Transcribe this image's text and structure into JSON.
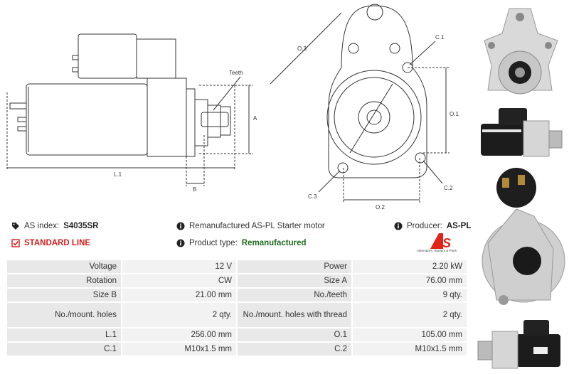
{
  "drawing": {
    "labels": {
      "teeth": "Teeth",
      "a": "A",
      "l1": "L.1",
      "b": "B",
      "o3": "O.3",
      "c1": "C.1",
      "o1": "O.1",
      "c3": "C.3",
      "c2": "C.2",
      "o2": "O.2"
    }
  },
  "info": {
    "as_index_label": "AS index:",
    "as_index_value": "S4035SR",
    "description": "Remanufactured AS-PL Starter motor",
    "producer_label": "Producer:",
    "producer_value": "AS-PL",
    "line_label": "STANDARD LINE",
    "product_type_label": "Product type:",
    "product_type_value": "Remanufactured"
  },
  "logo": {
    "text": "AS",
    "subtitle": "Alternators, Starters & Parts",
    "color": "#e2231a"
  },
  "specs": [
    [
      {
        "k": "Voltage",
        "v": "12 V"
      },
      {
        "k": "Power",
        "v": "2.20 kW"
      }
    ],
    [
      {
        "k": "Rotation",
        "v": "CW"
      },
      {
        "k": "Size A",
        "v": "76.00 mm"
      }
    ],
    [
      {
        "k": "Size B",
        "v": "21.00 mm"
      },
      {
        "k": "No./teeth",
        "v": "9 qty."
      }
    ],
    [
      {
        "k": "No./mount. holes",
        "v": "2 qty."
      },
      {
        "k": "No./mount. holes with thread",
        "v": "2 qty."
      }
    ],
    [
      {
        "k": "L.1",
        "v": "256.00 mm"
      },
      {
        "k": "O.1",
        "v": "105.00 mm"
      }
    ],
    [
      {
        "k": "C.1",
        "v": "M10x1.5 mm"
      },
      {
        "k": "C.2",
        "v": "M10x1.5 mm"
      }
    ]
  ]
}
